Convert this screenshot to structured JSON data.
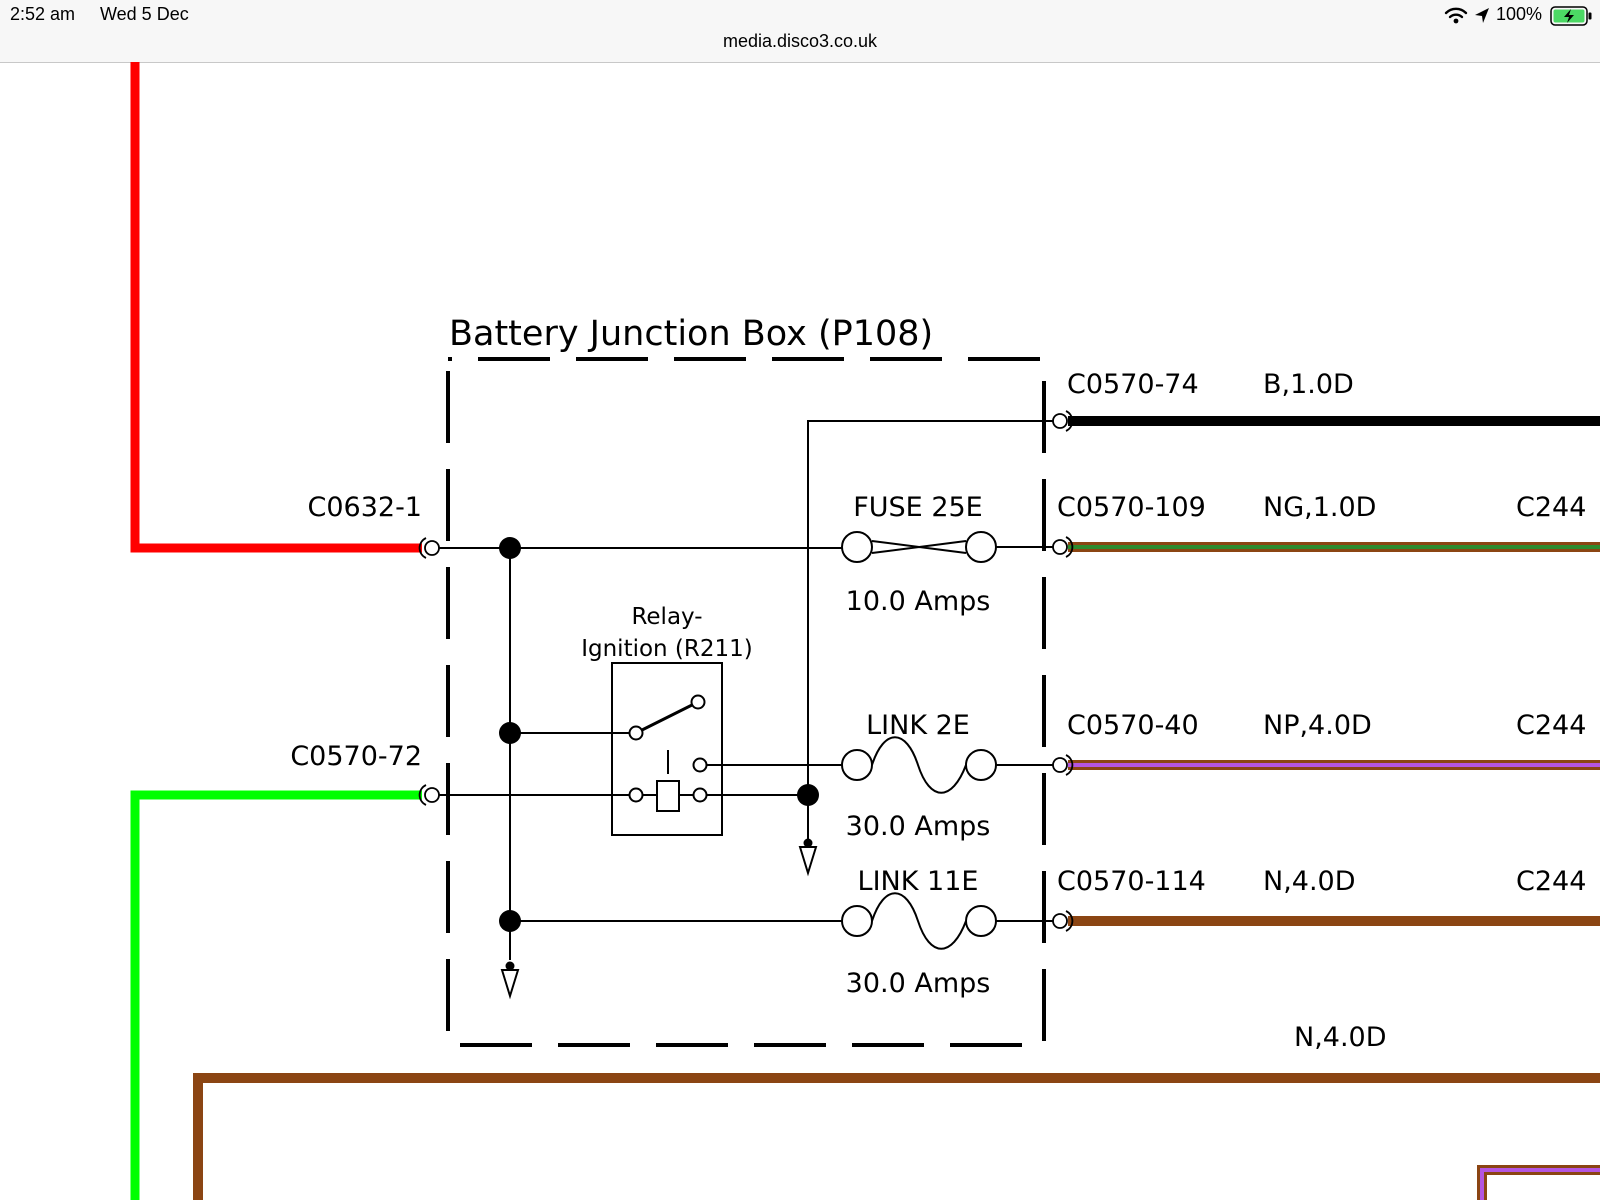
{
  "status_bar": {
    "time": "2:52 am",
    "date": "Wed 5 Dec",
    "url": "media.disco3.co.uk",
    "battery_percent": "100%"
  },
  "diagram": {
    "title": "Battery Junction Box (P108)",
    "left_connectors": {
      "c0632_1": "C0632-1",
      "c0570_72": "C0570-72"
    },
    "relay": {
      "label_line1": "Relay-",
      "label_line2": "Ignition (R211)"
    },
    "fuse_25e": {
      "name": "FUSE 25E",
      "rating": "10.0 Amps"
    },
    "link_2e": {
      "name": "LINK 2E",
      "rating": "30.0 Amps"
    },
    "link_11e": {
      "name": "LINK 11E",
      "rating": "30.0 Amps"
    },
    "right_connectors": {
      "c0570_74": {
        "pin": "C0570-74",
        "wire": "B,1.0D"
      },
      "c0570_109": {
        "pin": "C0570-109",
        "wire": "NG,1.0D",
        "next": "C244"
      },
      "c0570_40": {
        "pin": "C0570-40",
        "wire": "NP,4.0D",
        "next": "C244"
      },
      "c0570_114": {
        "pin": "C0570-114",
        "wire": "N,4.0D",
        "next": "C244"
      }
    },
    "bottom_wire_label": "N,4.0D",
    "wire_colors": {
      "red": "#ff0000",
      "green": "#00ff00",
      "black": "#000000",
      "brown": "#8b4513",
      "purple": "#b455e0",
      "ng_green": "#2e8b2e"
    }
  }
}
